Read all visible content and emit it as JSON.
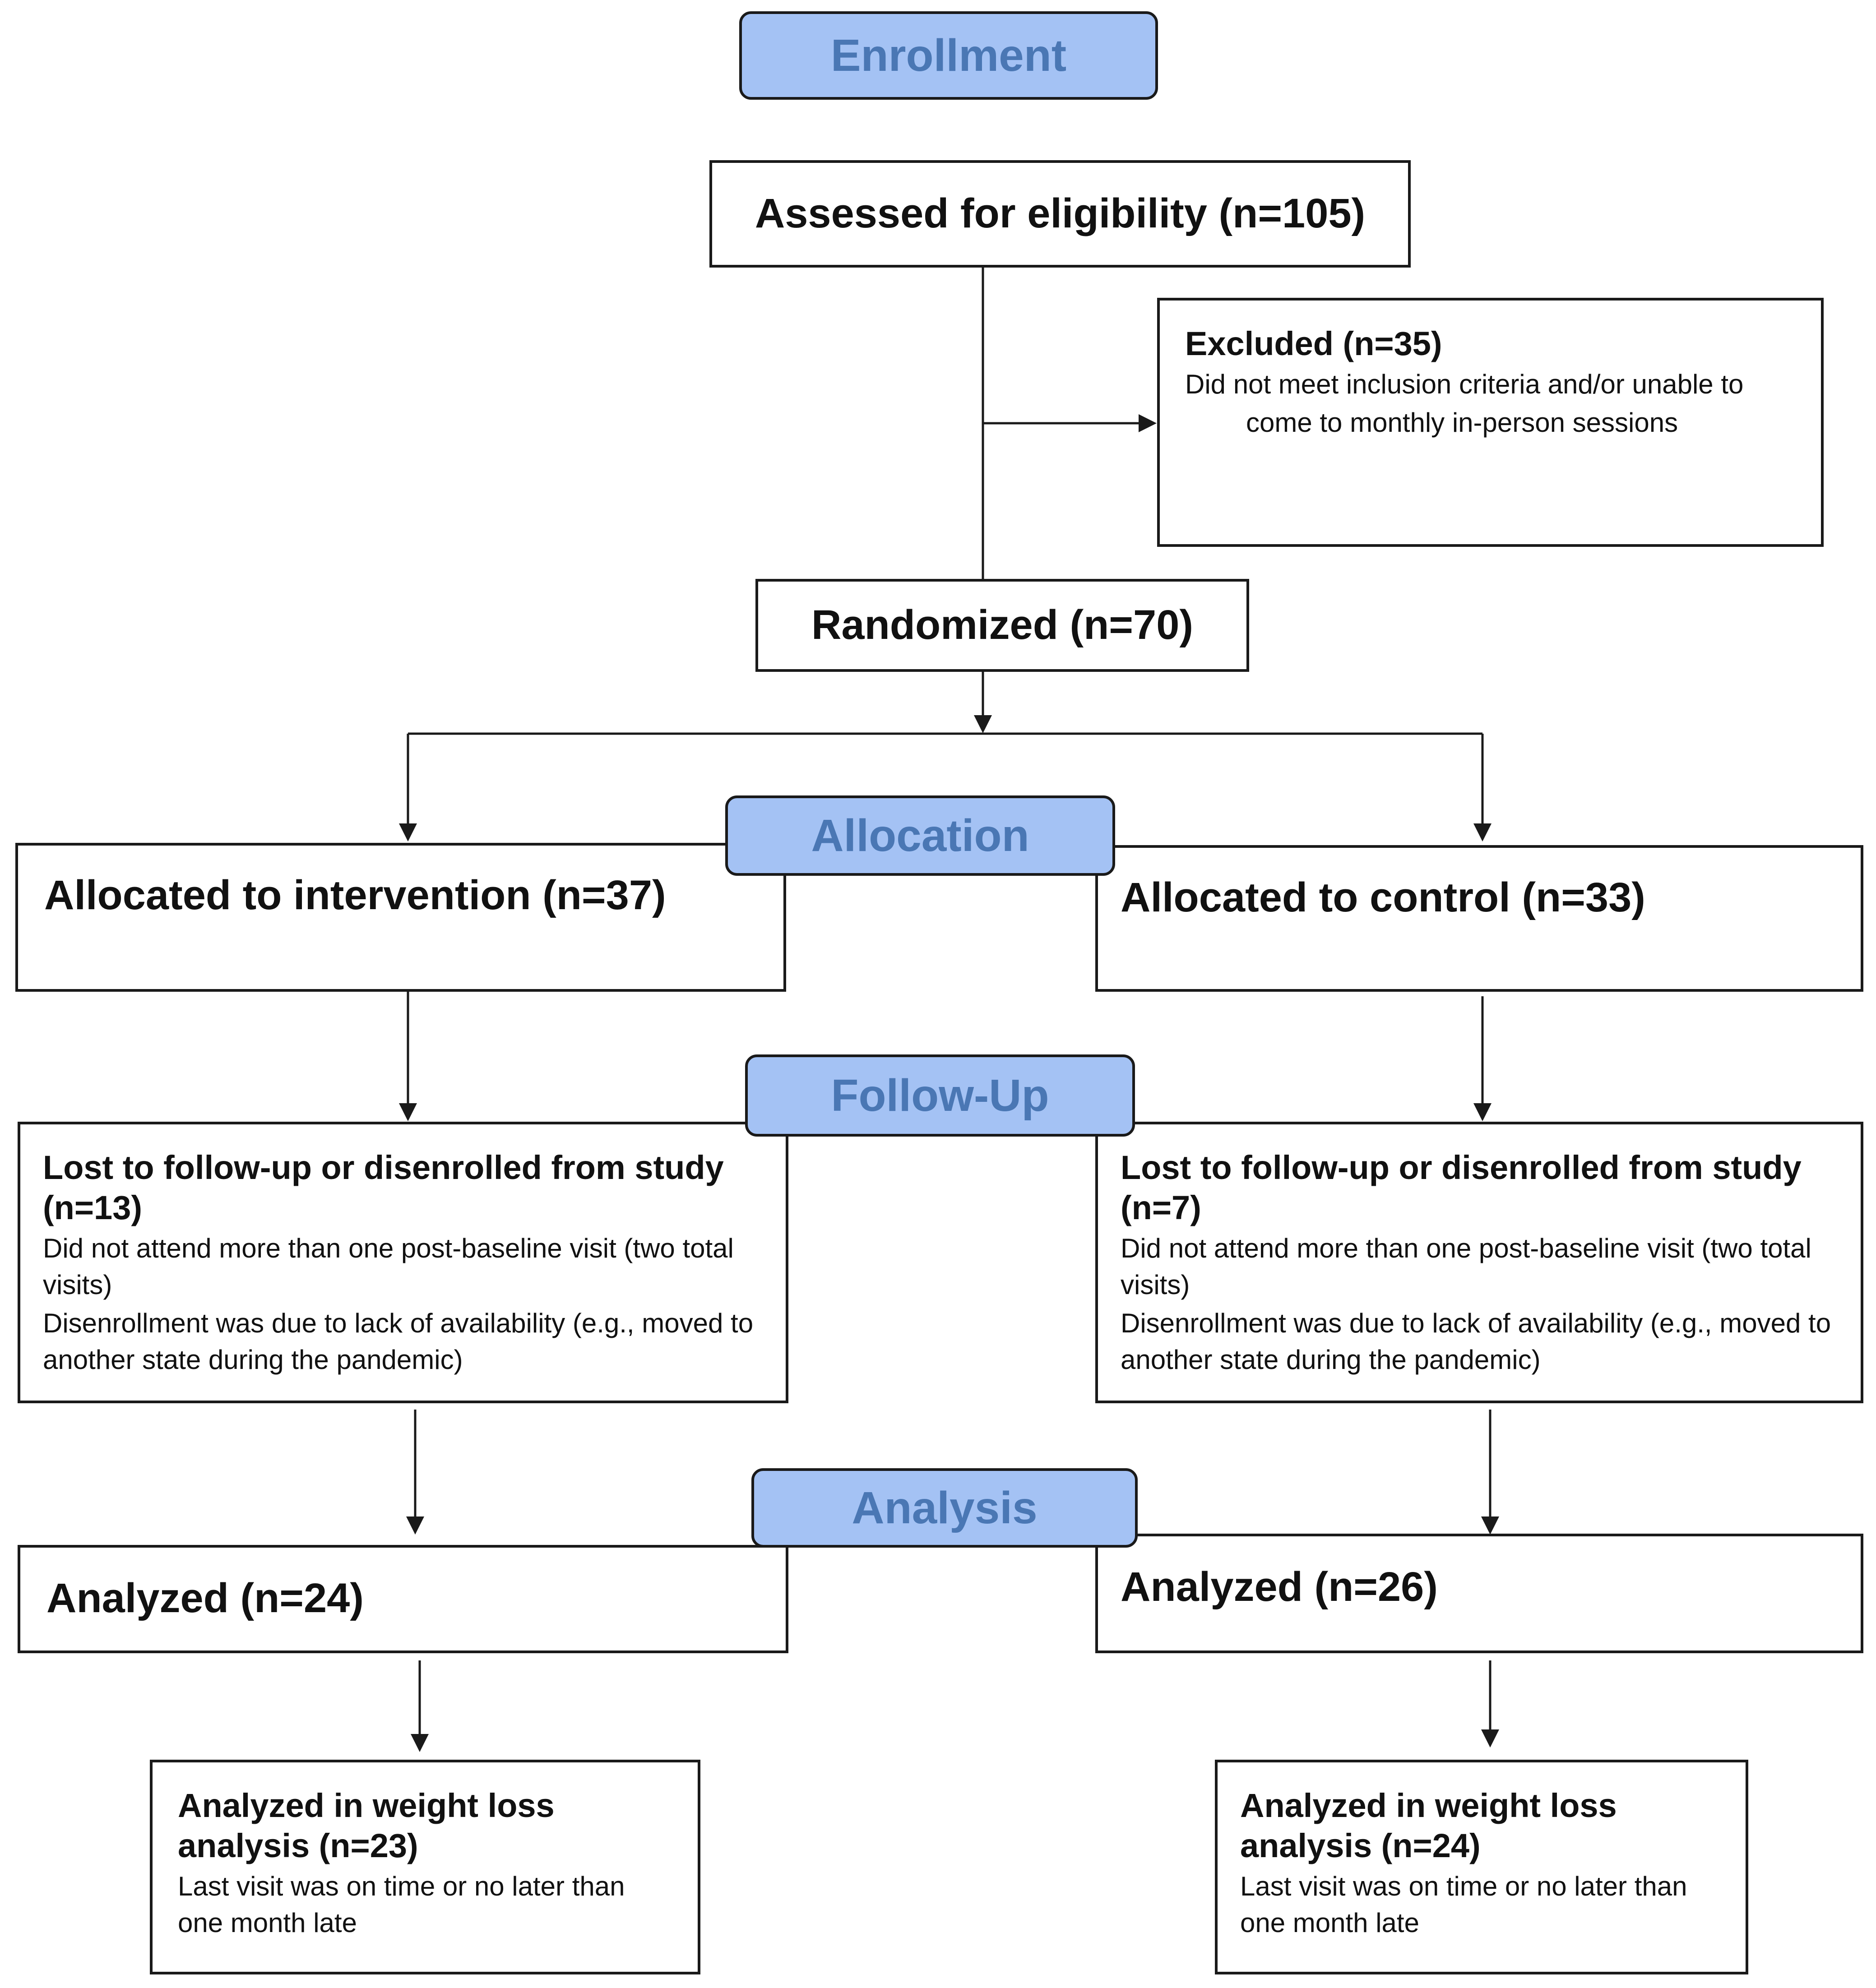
{
  "stages": {
    "enrollment": "Enrollment",
    "allocation": "Allocation",
    "follow_up": "Follow-Up",
    "analysis": "Analysis"
  },
  "assessed": "Assessed for eligibility (n=105)",
  "excluded": {
    "title": "Excluded (n=35)",
    "line1": "Did not meet inclusion criteria and/or unable to",
    "line2": "come to monthly in-person sessions"
  },
  "randomized": "Randomized (n=70)",
  "intervention": {
    "allocated": "Allocated to intervention (n=37)",
    "lost_title": "Lost to follow-up or disenrolled from study (n=13)",
    "lost_line1": "Did not attend more than one post-baseline visit (two total visits)",
    "lost_line2": "Disenrollment was due to lack of availability (e.g., moved to another state during the pandemic)",
    "analyzed": "Analyzed (n=24)",
    "weight_title": "Analyzed in weight loss analysis (n=23)",
    "weight_body": "Last visit was on time or no later than one month late"
  },
  "control": {
    "allocated": "Allocated to control (n=33)",
    "lost_title": "Lost to follow-up or disenrolled from study (n=7)",
    "lost_line1": "Did not attend more than one post-baseline visit (two total visits)",
    "lost_line2": "Disenrollment was due to lack of availability (e.g., moved to another state during the pandemic)",
    "analyzed": "Analyzed (n=26)",
    "weight_title": "Analyzed in weight loss analysis (n=24)",
    "weight_body": "Last visit was on time or no later than one month late"
  }
}
